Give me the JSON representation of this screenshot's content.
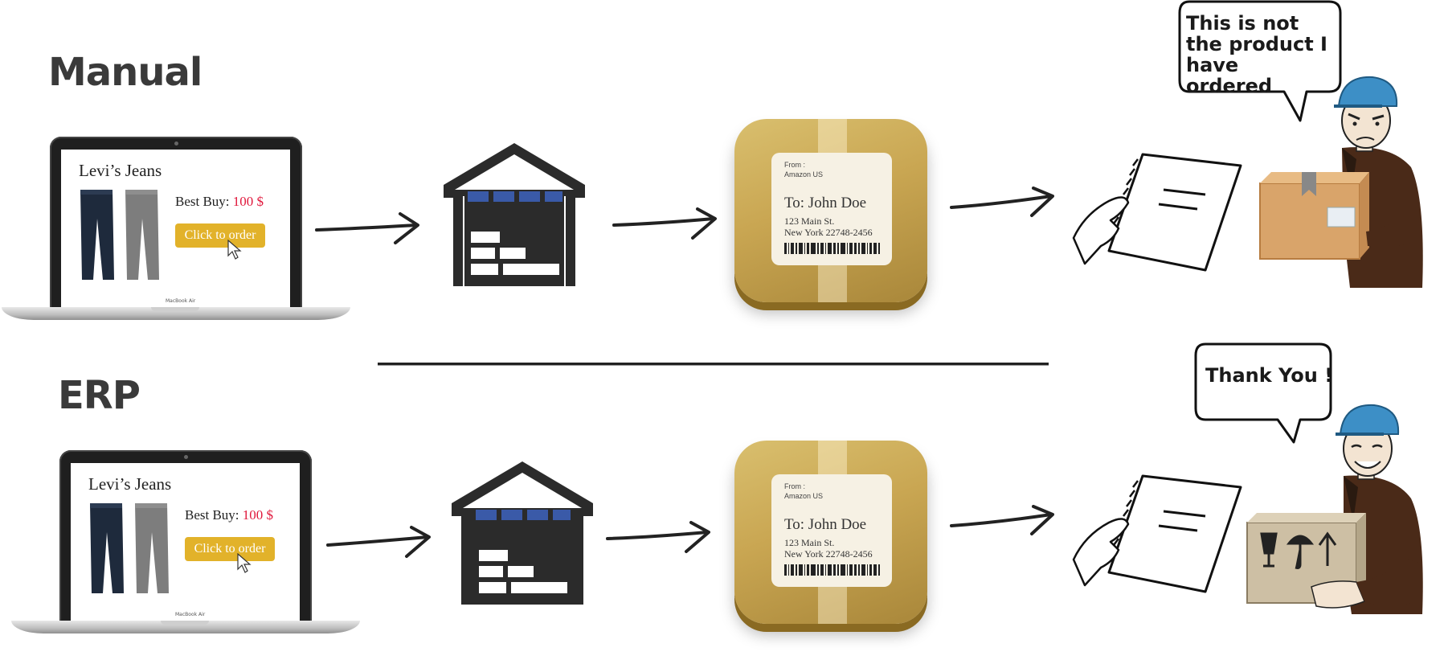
{
  "sections": [
    {
      "title": "Manual",
      "laptop": {
        "product_title": "Levi’s Jeans",
        "best_buy_label": "Best Buy: ",
        "price": "100 $",
        "order_button": "Click to order",
        "brand": "MacBook Air"
      },
      "package": {
        "from_label": "From :",
        "from_value": "Amazon US",
        "to_line": "To: John Doe",
        "address_line1": "123 Main St.",
        "address_line2": "New York 22748-2456"
      },
      "speech": "This is not the product I have ordered",
      "courier_mood": "angry"
    },
    {
      "title": "ERP",
      "laptop": {
        "product_title": "Levi’s Jeans",
        "best_buy_label": "Best Buy: ",
        "price": "100 $",
        "order_button": "Click to order",
        "brand": "MacBook Air"
      },
      "package": {
        "from_label": "From :",
        "from_value": "Amazon US",
        "to_line": "To: John Doe",
        "address_line1": "123 Main St.",
        "address_line2": "New York 22748-2456"
      },
      "speech": "Thank You !",
      "courier_mood": "happy"
    }
  ],
  "colors": {
    "price": "#e0183c",
    "button": "#e2b22a",
    "warehouse": "#2b2b2b",
    "warehouse_windows": "#3a5aa8",
    "package": "#c9a652",
    "cap": "#3d8fc6",
    "jacket": "#4a2a18"
  },
  "icons": [
    "laptop-icon",
    "warehouse-icon",
    "package-icon",
    "arrow-icon",
    "notebook-hand-icon",
    "courier-icon",
    "speech-bubble-icon"
  ]
}
